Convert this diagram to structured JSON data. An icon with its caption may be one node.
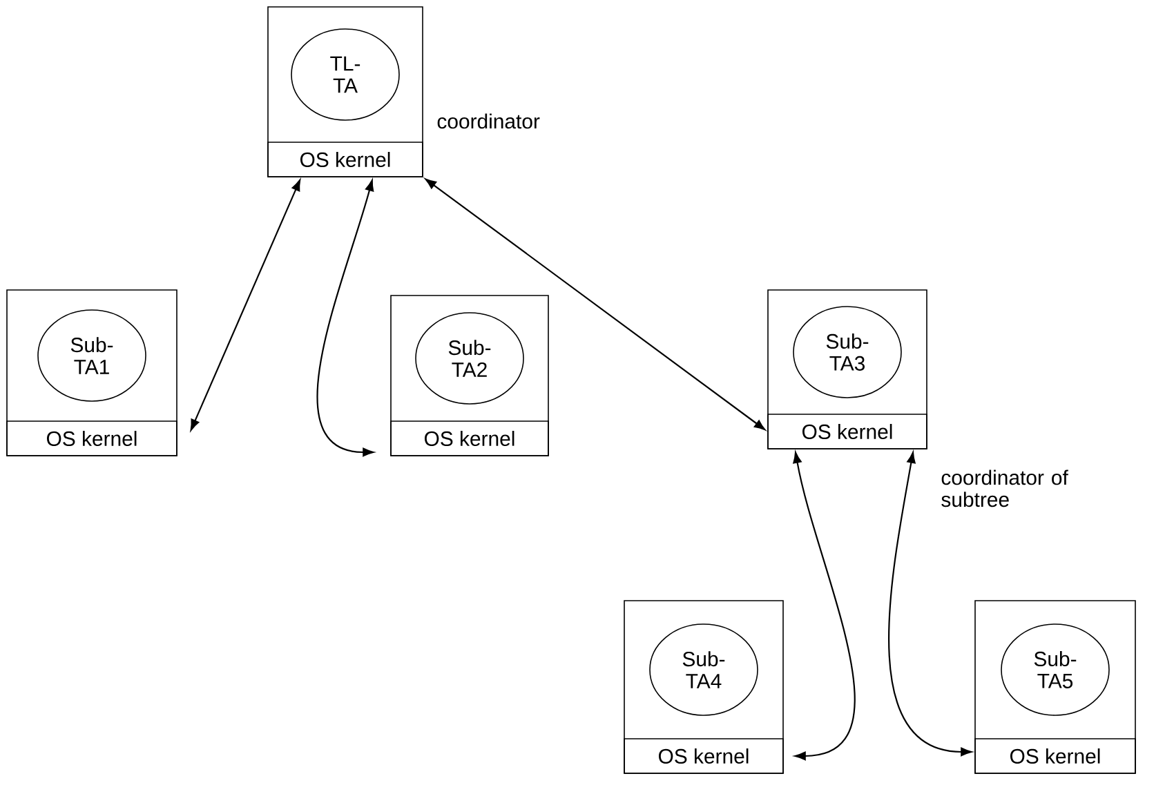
{
  "diagram": {
    "nodes": [
      {
        "text": [],
        "shape": "box",
        "beside": [
          "coordinator"
        ]
      },
      {
        "text": [
          "TL- TA"
        ],
        "in": 0
      },
      {
        "text": [
          "OS kernel"
        ],
        "in": 0
      },
      {
        "text": [],
        "shape": "box"
      },
      {
        "text": [
          "Sub- TA1"
        ],
        "in": 3
      },
      {
        "text": [
          "OS kernel"
        ],
        "in": 3
      },
      {
        "text": [],
        "shape": "box"
      },
      {
        "text": [
          "Sub- TA2"
        ],
        "in": 6
      },
      {
        "text": [
          "OS kernel"
        ],
        "in": 6
      },
      {
        "text": [],
        "shape": "box",
        "beside": [
          "coordinator of subtree"
        ]
      },
      {
        "text": [
          "Sub- TA3"
        ],
        "in": 9
      },
      {
        "text": [
          "OS kernel"
        ],
        "in": 9
      },
      {
        "text": [],
        "shape": "box"
      },
      {
        "text": [
          "Sub- TA4"
        ],
        "in": 12
      },
      {
        "text": [
          "OS kernel"
        ],
        "in": 12
      },
      {
        "text": [],
        "shape": "box"
      },
      {
        "text": [
          "Sub- TA5"
        ],
        "in": 15
      },
      {
        "text": [
          "OS kernel"
        ],
        "in": 15
      }
    ],
    "edges": [
      {
        "from": 2,
        "to": 5,
        "arrow": "both"
      },
      {
        "from": 2,
        "to": 8,
        "arrow": "both"
      },
      {
        "from": 2,
        "to": 11,
        "arrow": "both"
      },
      {
        "from": 11,
        "to": 14,
        "arrow": "both"
      },
      {
        "from": 11,
        "to": 17,
        "arrow": "both"
      }
    ]
  }
}
